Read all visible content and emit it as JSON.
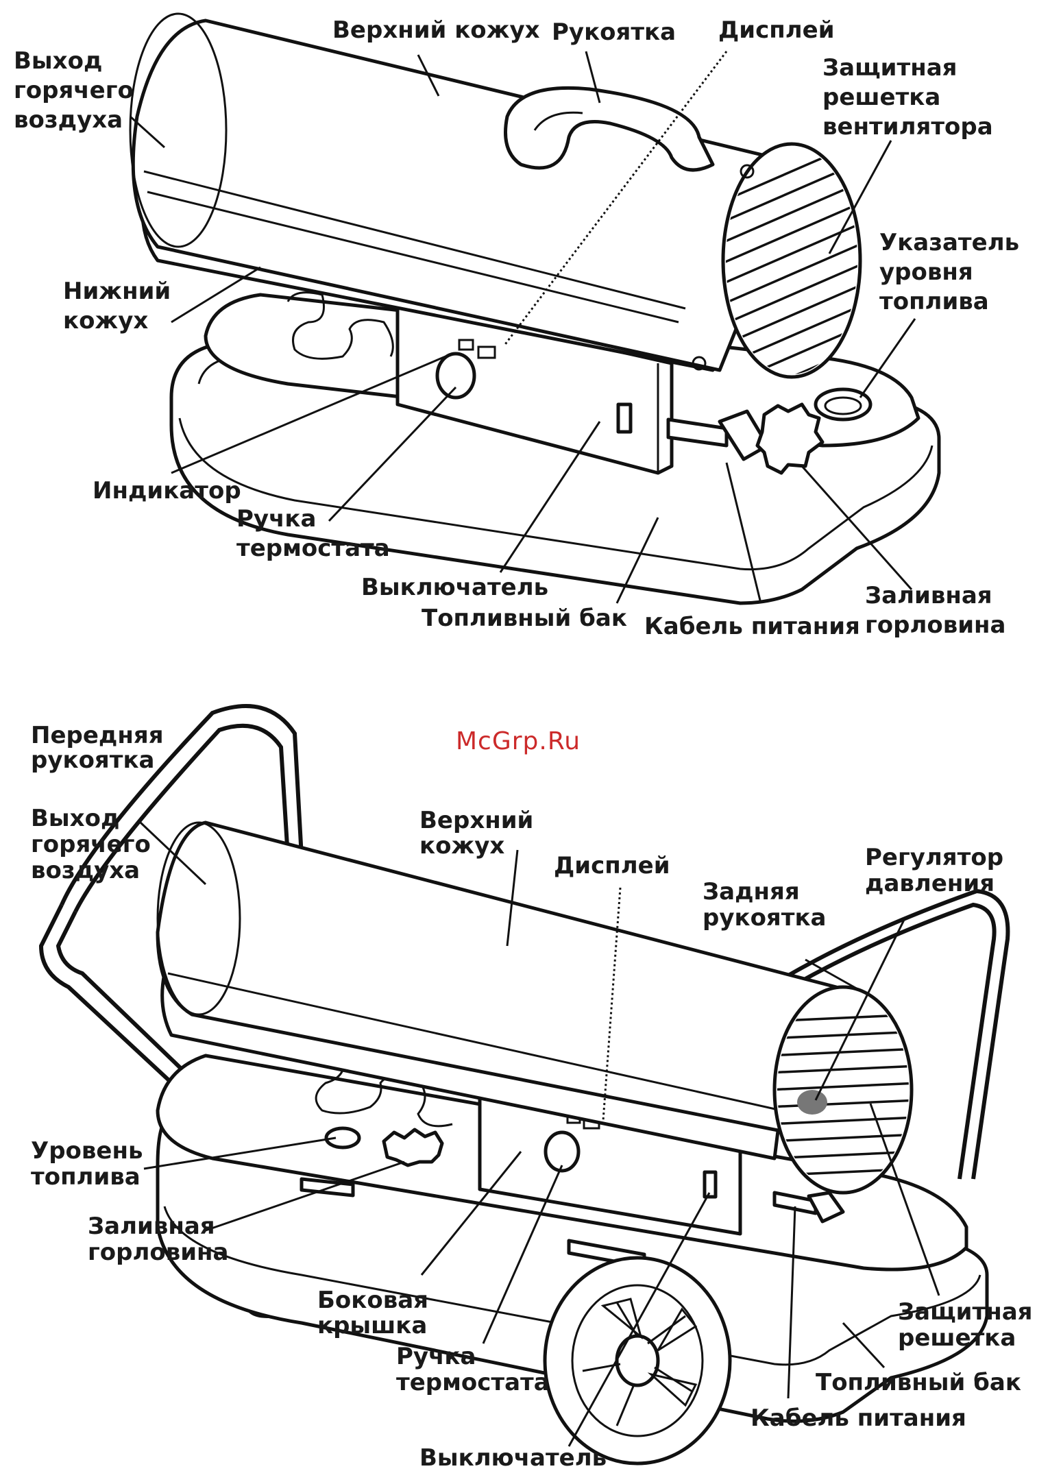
{
  "watermark": "McGrp.Ru",
  "diagram_top": {
    "labels": {
      "hot_air_outlet": [
        "Выход",
        "горячего",
        "воздуха"
      ],
      "upper_casing": [
        "Верхний кожух"
      ],
      "handle": [
        "Рукоятка"
      ],
      "display": [
        "Дисплей"
      ],
      "fan_guard": [
        "Защитная",
        "решетка",
        "вентилятора"
      ],
      "fuel_gauge": [
        "Указатель",
        "уровня",
        "топлива"
      ],
      "lower_casing": [
        "Нижний",
        "кожух"
      ],
      "indicator": [
        "Индикатор"
      ],
      "thermostat_knob": [
        "Ручка",
        "термостата"
      ],
      "switch": [
        "Выключатель"
      ],
      "fuel_tank": [
        "Топливный бак"
      ],
      "power_cable": [
        "Кабель питания"
      ],
      "filler_neck": [
        "Заливная",
        "горловина"
      ]
    }
  },
  "diagram_bottom": {
    "labels": {
      "front_handle": [
        "Передняя",
        "рукоятка"
      ],
      "hot_air_outlet": [
        "Выход",
        "горячего",
        "воздуха"
      ],
      "upper_casing": [
        "Верхний",
        "кожух"
      ],
      "display": [
        "Дисплей"
      ],
      "pressure_regulator": [
        "Регулятор",
        "давления"
      ],
      "rear_handle": [
        "Задняя",
        "рукоятка"
      ],
      "fuel_level": [
        "Уровень",
        "топлива"
      ],
      "filler_neck": [
        "Заливная",
        "горловина"
      ],
      "side_cover": [
        "Боковая",
        "крышка"
      ],
      "thermostat_knob": [
        "Ручка",
        "термостата"
      ],
      "switch": [
        "Выключатель"
      ],
      "guard": [
        "Защитная",
        "решетка"
      ],
      "fuel_tank": [
        "Топливный бак"
      ],
      "power_cable": [
        "Кабель питания"
      ]
    }
  }
}
